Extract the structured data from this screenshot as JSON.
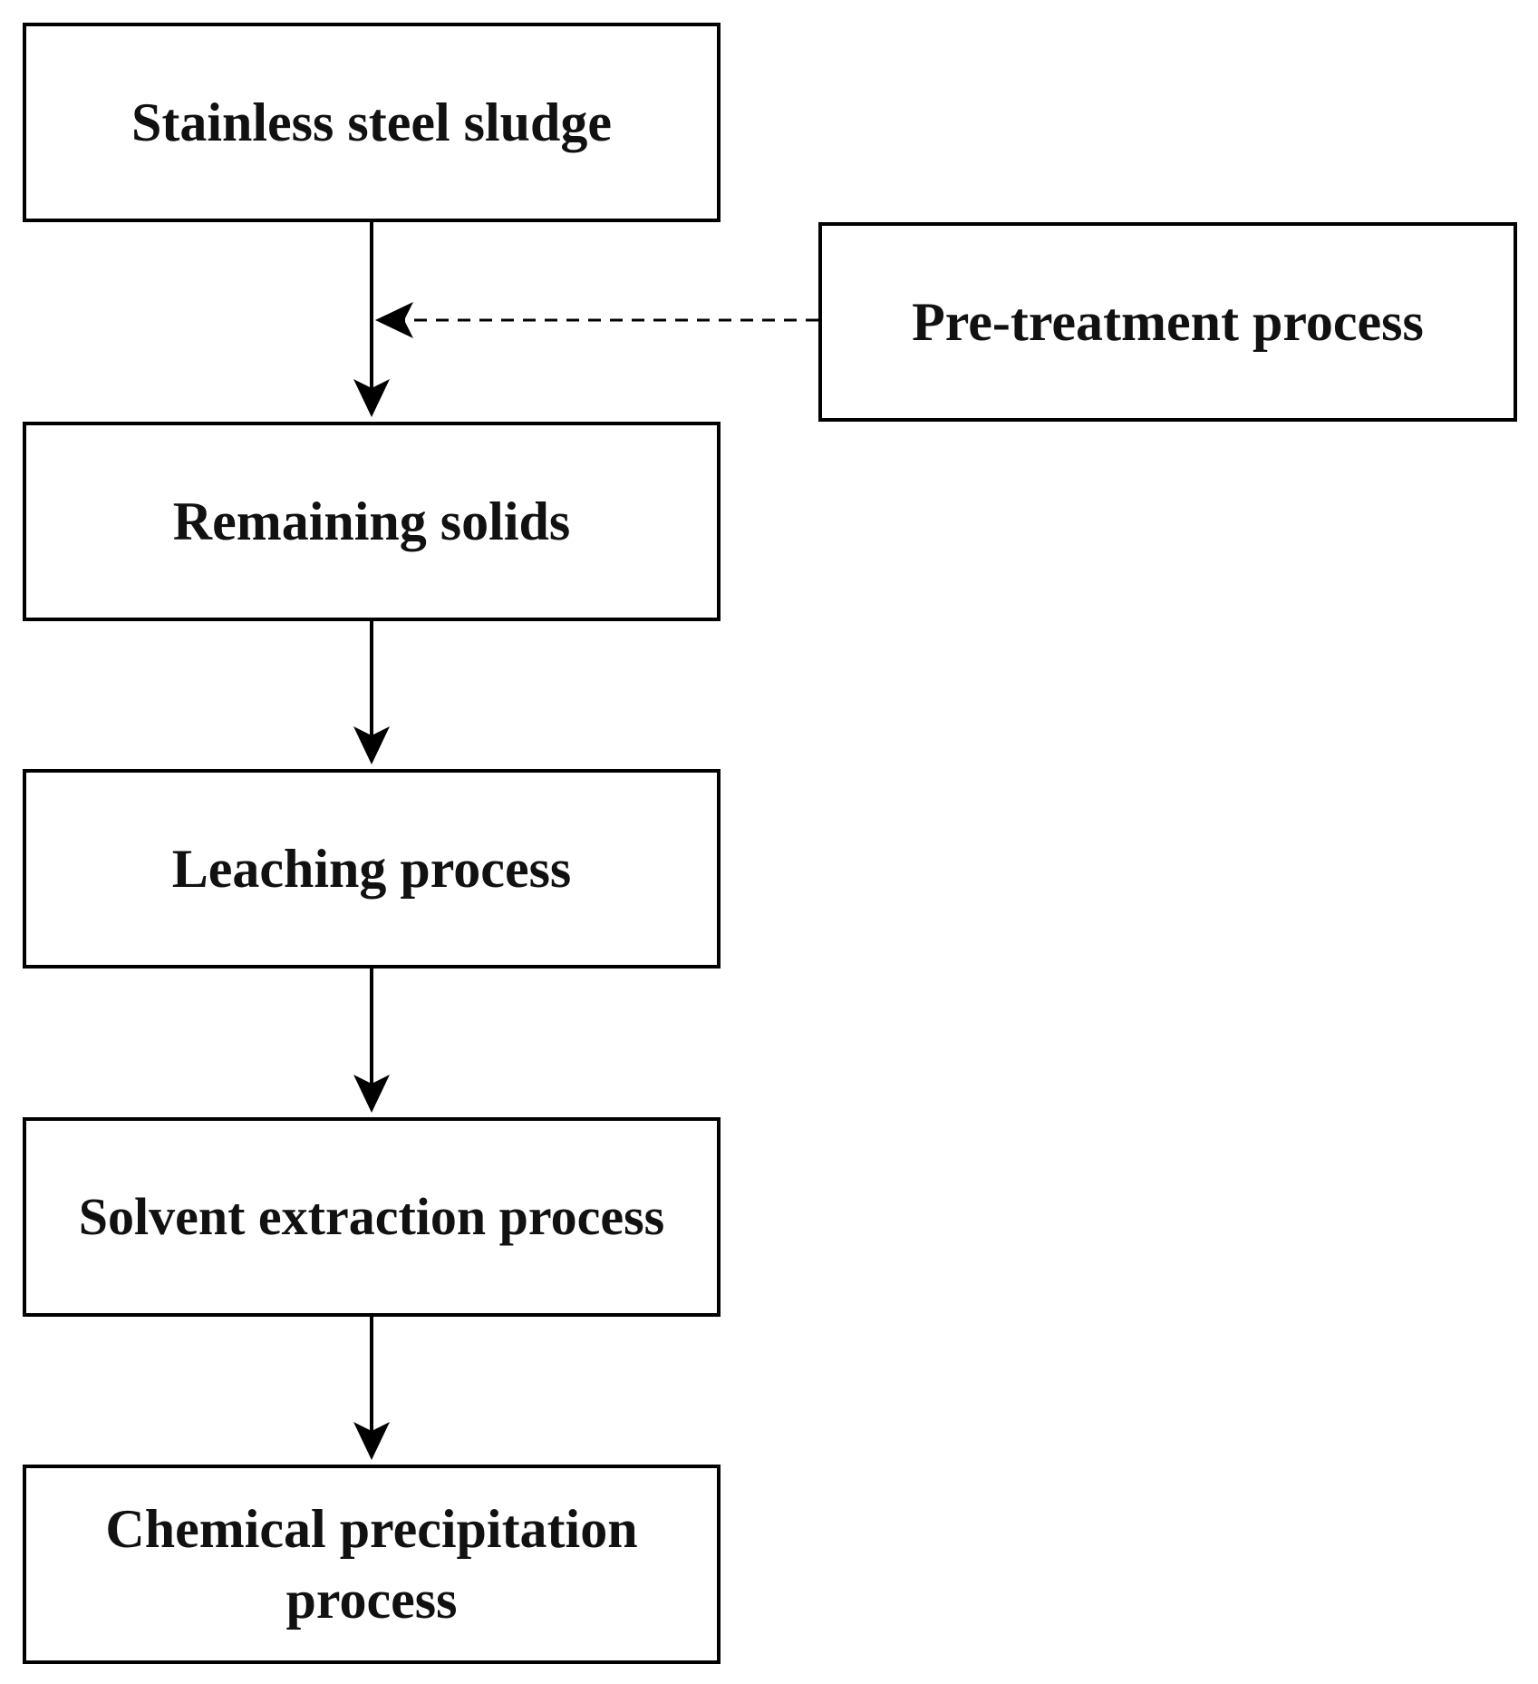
{
  "nodes": {
    "stainless_steel_sludge": "Stainless steel sludge",
    "pre_treatment_process": "Pre-treatment process",
    "remaining_solids": "Remaining solids",
    "leaching_process": "Leaching process",
    "solvent_extraction_process": "Solvent extraction process",
    "chemical_precipitation_process": "Chemical precipitation process"
  },
  "edges": [
    {
      "from": "stainless_steel_sludge",
      "to": "remaining_solids",
      "style": "solid"
    },
    {
      "from": "pre_treatment_process",
      "to": "stainless_steel_sludge-remaining_solids",
      "style": "dashed"
    },
    {
      "from": "remaining_solids",
      "to": "leaching_process",
      "style": "solid"
    },
    {
      "from": "leaching_process",
      "to": "solvent_extraction_process",
      "style": "solid"
    },
    {
      "from": "solvent_extraction_process",
      "to": "chemical_precipitation_process",
      "style": "solid"
    }
  ],
  "colors": {
    "stroke": "#000000",
    "text": "#111111",
    "background": "#ffffff"
  }
}
